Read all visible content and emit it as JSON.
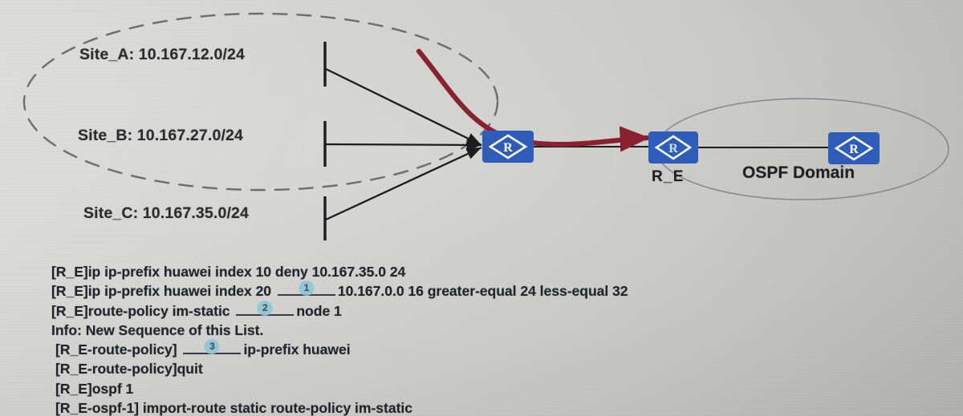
{
  "document": {
    "kind": "network-topology-with-cli-exercise",
    "background_color": "#d7d7d3"
  },
  "topology": {
    "left_cloud": {
      "name": "static-routes-sites-group",
      "style": "dashed-ellipse",
      "stroke_color": "#55555a"
    },
    "sites": [
      {
        "id": "site-a",
        "label": "Site_A: 10.167.12.0/24",
        "network": "10.167.12.0/24"
      },
      {
        "id": "site-b",
        "label": "Site_B: 10.167.27.0/24",
        "network": "10.167.27.0/24"
      },
      {
        "id": "site-c",
        "label": "Site_C: 10.167.35.0/24",
        "network": "10.167.35.0/24"
      }
    ],
    "routers": [
      {
        "id": "router-left",
        "label": "",
        "glyph": "R",
        "color": "#2d5cbb"
      },
      {
        "id": "router-re",
        "label": "R_E",
        "glyph": "R",
        "color": "#2d5cbb"
      },
      {
        "id": "router-ospf",
        "label": "",
        "glyph": "R",
        "color": "#2d5cbb"
      }
    ],
    "ospf_domain": {
      "label": "OSPF  Domain",
      "style": "solid-ellipse",
      "stroke_color": "#7a7a84"
    },
    "redistribution_arrow": {
      "name": "route-import-arrow",
      "color": "#8b2130",
      "direction": "into-R_E"
    }
  },
  "cli": {
    "lines": [
      {
        "id": "line-1",
        "segments": [
          {
            "type": "text",
            "value": "[R_E]ip ip-prefix huawei index 10 deny 10.167.35.0 24"
          }
        ]
      },
      {
        "id": "line-2",
        "segments": [
          {
            "type": "text",
            "value": "[R_E]ip ip-prefix huawei index 20"
          },
          {
            "type": "blank",
            "value": "1"
          },
          {
            "type": "text",
            "value": "10.167.0.0 16 greater-equal 24 less-equal 32"
          }
        ]
      },
      {
        "id": "line-3",
        "segments": [
          {
            "type": "text",
            "value": "[R_E]route-policy im-static"
          },
          {
            "type": "blank",
            "value": "2"
          },
          {
            "type": "text",
            "value": "node 1"
          }
        ]
      },
      {
        "id": "line-4",
        "segments": [
          {
            "type": "text",
            "value": "Info: New Sequence of this List."
          }
        ]
      },
      {
        "id": "line-5",
        "segments": [
          {
            "type": "text",
            "value": "[R_E-route-policy]"
          },
          {
            "type": "blank",
            "value": "3"
          },
          {
            "type": "text",
            "value": "ip-prefix huawei"
          }
        ]
      },
      {
        "id": "line-6",
        "segments": [
          {
            "type": "text",
            "value": "[R_E-route-policy]quit"
          }
        ]
      },
      {
        "id": "line-7",
        "segments": [
          {
            "type": "text",
            "value": "[R_E]ospf 1"
          }
        ]
      },
      {
        "id": "line-8",
        "segments": [
          {
            "type": "text",
            "value": "[R_E-ospf-1] import-route static route-policy im-static"
          }
        ]
      }
    ]
  }
}
